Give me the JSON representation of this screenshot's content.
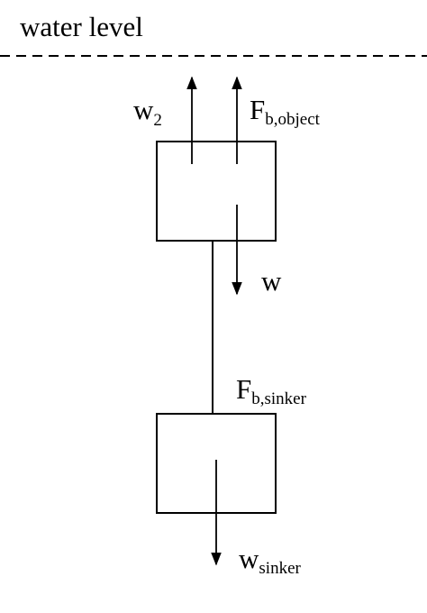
{
  "diagram": {
    "water_level_label": "water level",
    "labels": {
      "w2": {
        "main": "w",
        "sub": "2"
      },
      "fb_object": {
        "main": "F",
        "sub": "b,object"
      },
      "w": {
        "main": "w",
        "sub": ""
      },
      "fb_sinker": {
        "main": "F",
        "sub": "b,sinker"
      },
      "w_sinker": {
        "main": "w",
        "sub": "sinker"
      }
    },
    "colors": {
      "ink": "#000000",
      "background": "#ffffff"
    }
  }
}
